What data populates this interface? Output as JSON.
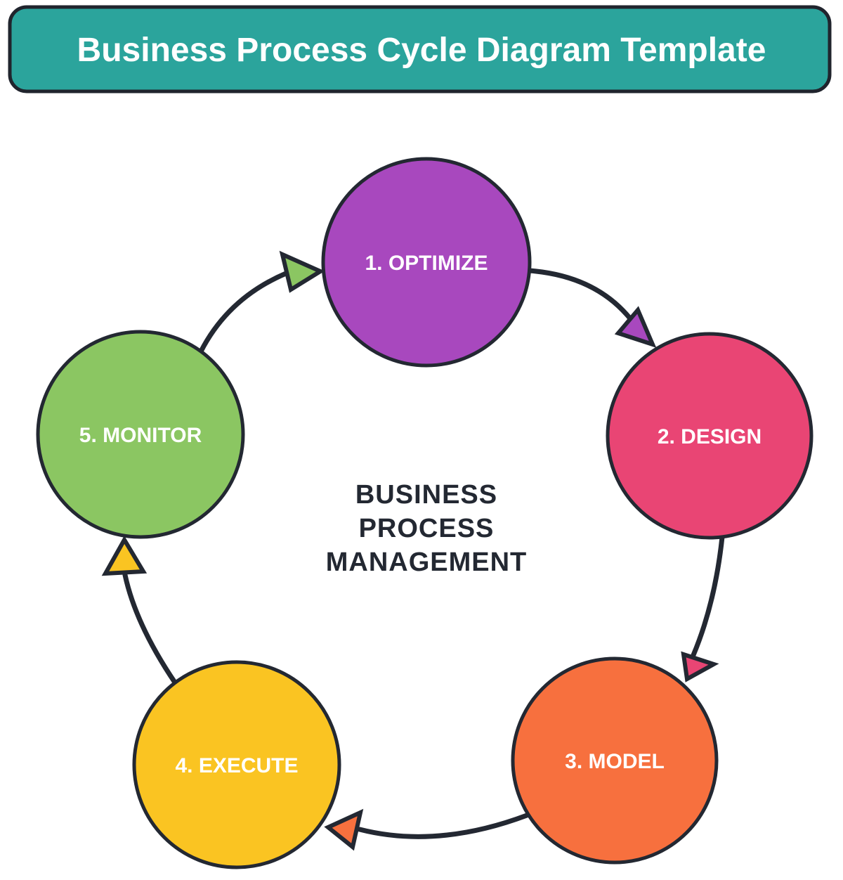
{
  "header": {
    "title": "Business Process Cycle Diagram Template"
  },
  "center": {
    "line1": "BUSINESS",
    "line2": "PROCESS",
    "line3": "MANAGEMENT"
  },
  "steps": [
    {
      "label": "1. OPTIMIZE",
      "color": "#A848BE"
    },
    {
      "label": "2. DESIGN",
      "color": "#E94574"
    },
    {
      "label": "3. MODEL",
      "color": "#F7703E"
    },
    {
      "label": "4. EXECUTE",
      "color": "#FAC422"
    },
    {
      "label": "5. MONITOR",
      "color": "#8BC662"
    }
  ],
  "colors": {
    "header_bg": "#2BA49C",
    "outline": "#232832",
    "circle_text": "#FFFFFF",
    "center_text": "#232832"
  }
}
